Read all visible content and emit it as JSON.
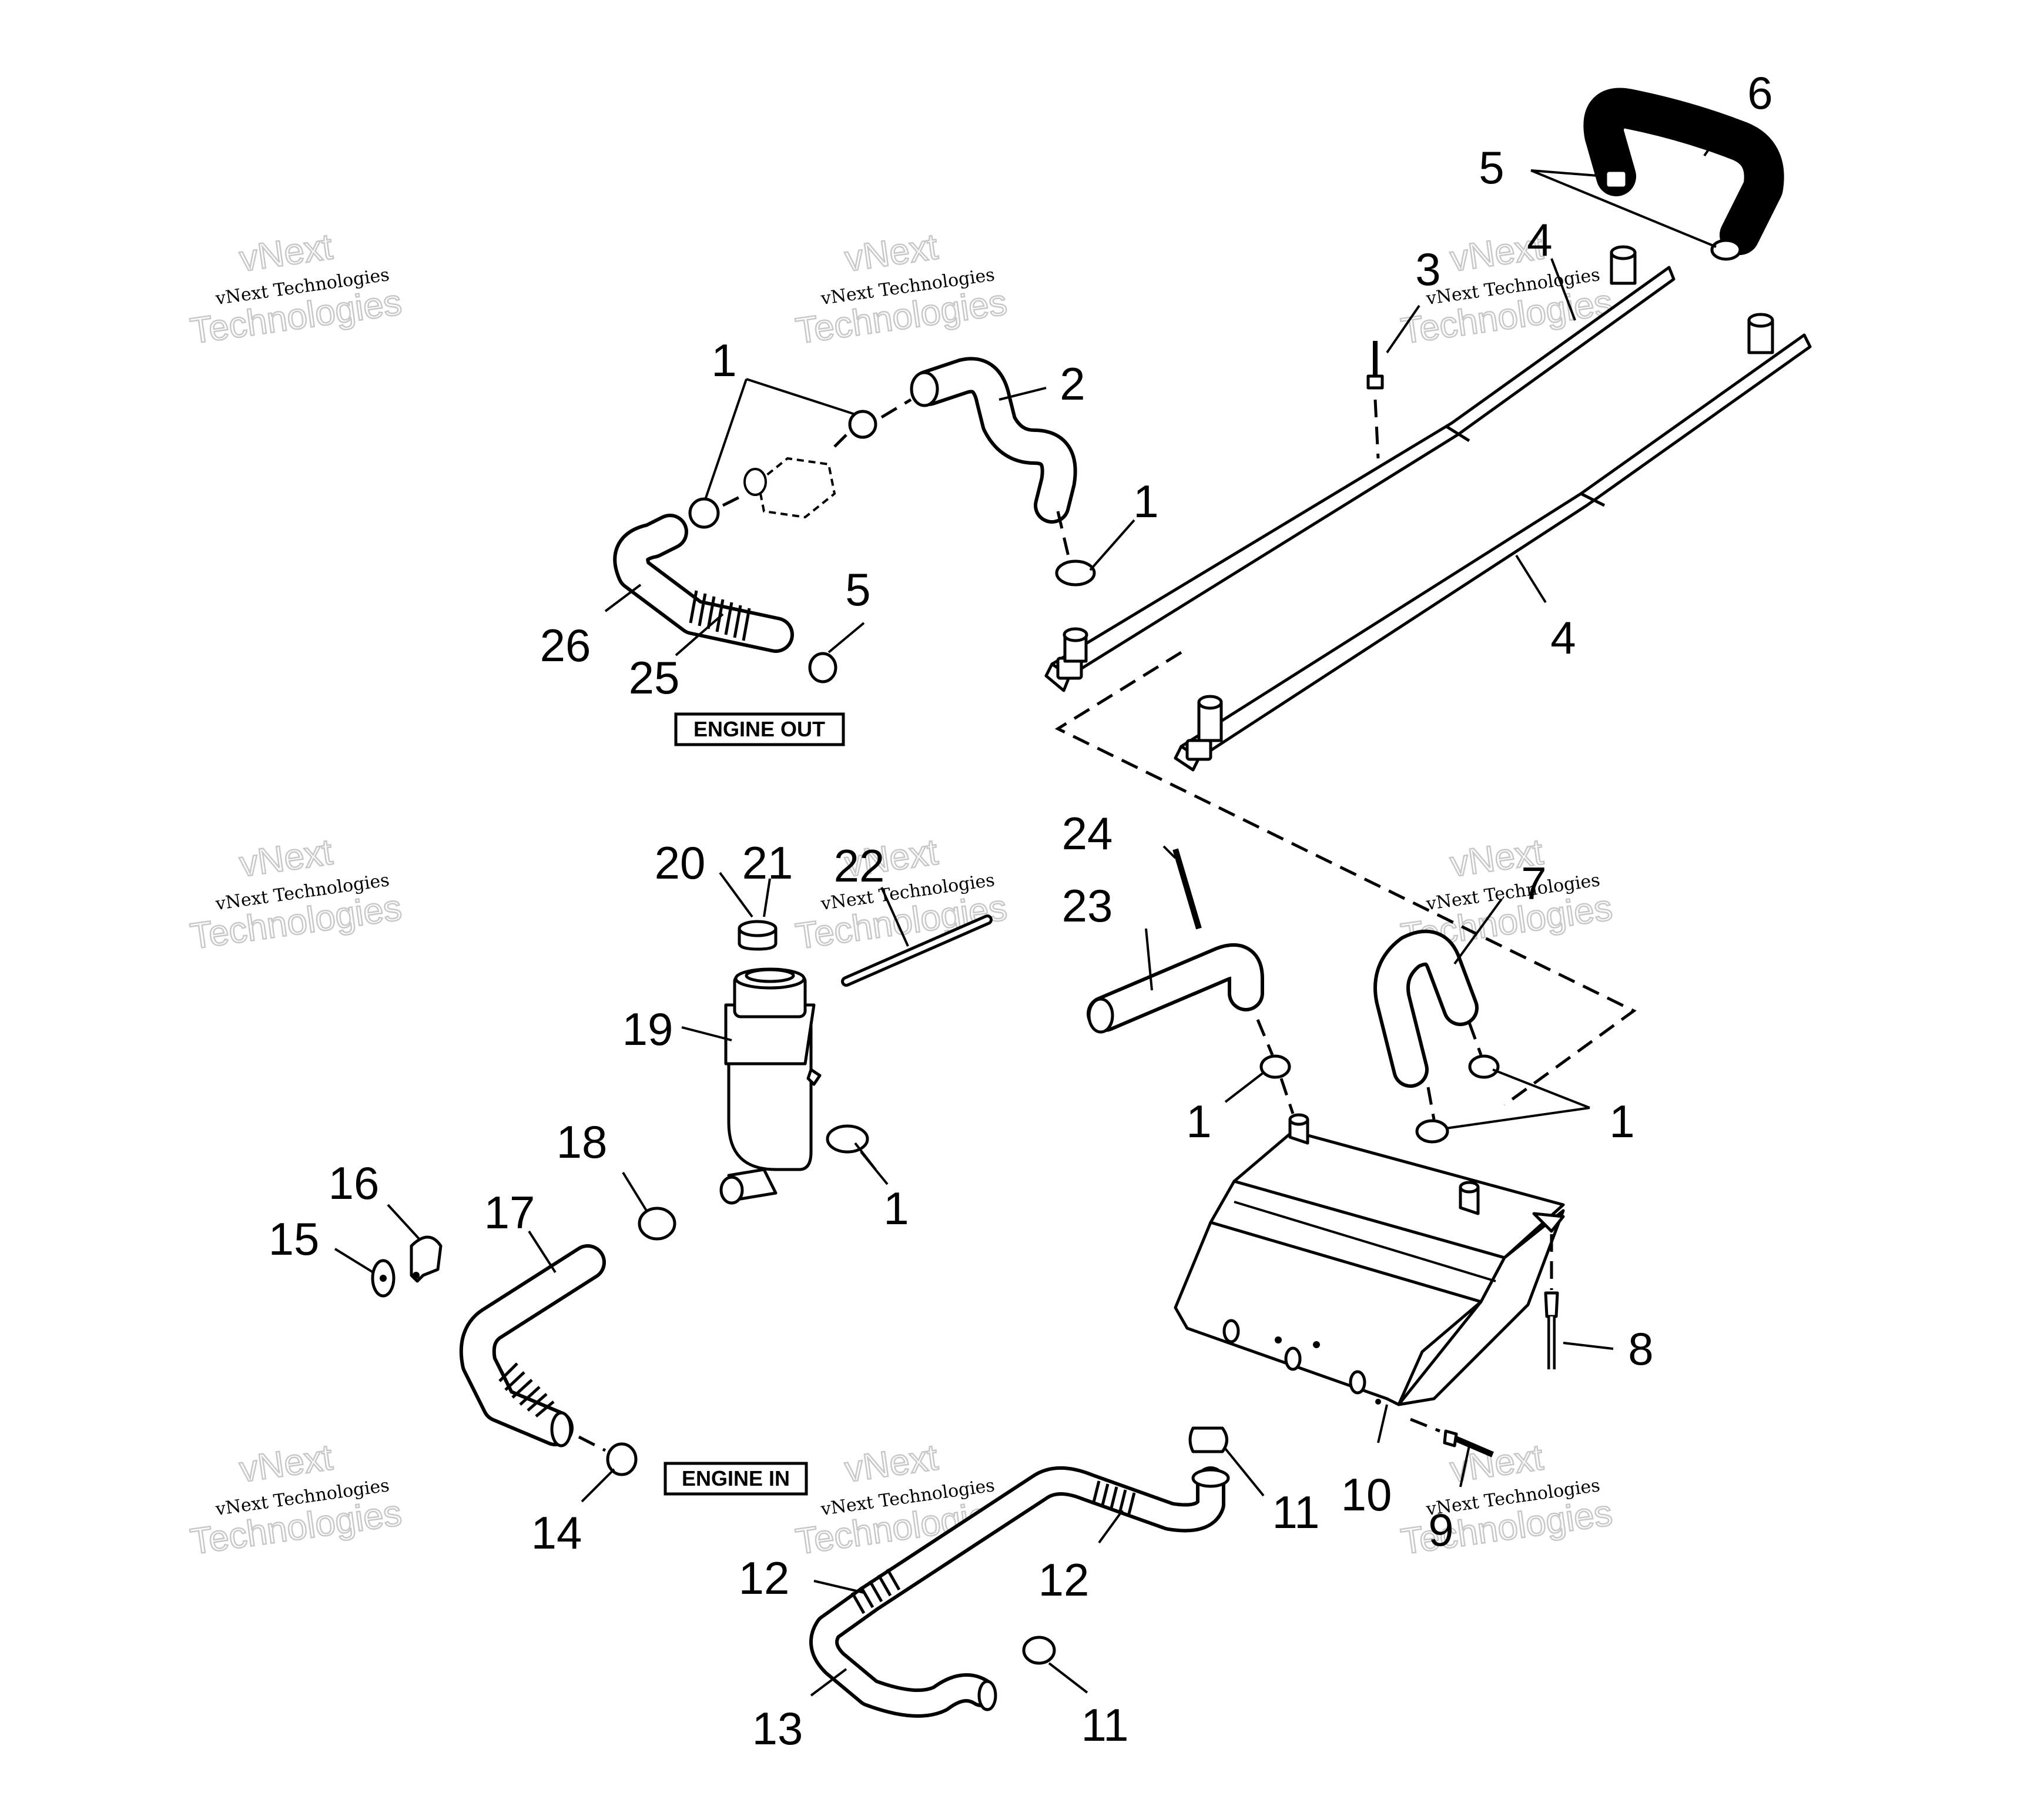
{
  "callouts": {
    "c1a": "1",
    "c1b": "1",
    "c1c": "1",
    "c1d": "1",
    "c1e": "1",
    "c2": "2",
    "c3": "3",
    "c4a": "4",
    "c4b": "4",
    "c5a": "5",
    "c5b": "5",
    "c6": "6",
    "c7": "7",
    "c8": "8",
    "c9": "9",
    "c10": "10",
    "c11a": "11",
    "c11b": "11",
    "c12a": "12",
    "c12b": "12",
    "c13": "13",
    "c14": "14",
    "c15": "15",
    "c16": "16",
    "c17": "17",
    "c18": "18",
    "c19": "19",
    "c20": "20",
    "c21": "21",
    "c22": "22",
    "c23": "23",
    "c24": "24",
    "c25": "25",
    "c26": "26"
  },
  "tags": {
    "engine_out": "ENGINE OUT",
    "engine_in": "ENGINE IN"
  },
  "watermark": {
    "line1": "vNext Technologies",
    "big_top": "vNext",
    "big_bottom": "Technologies"
  }
}
